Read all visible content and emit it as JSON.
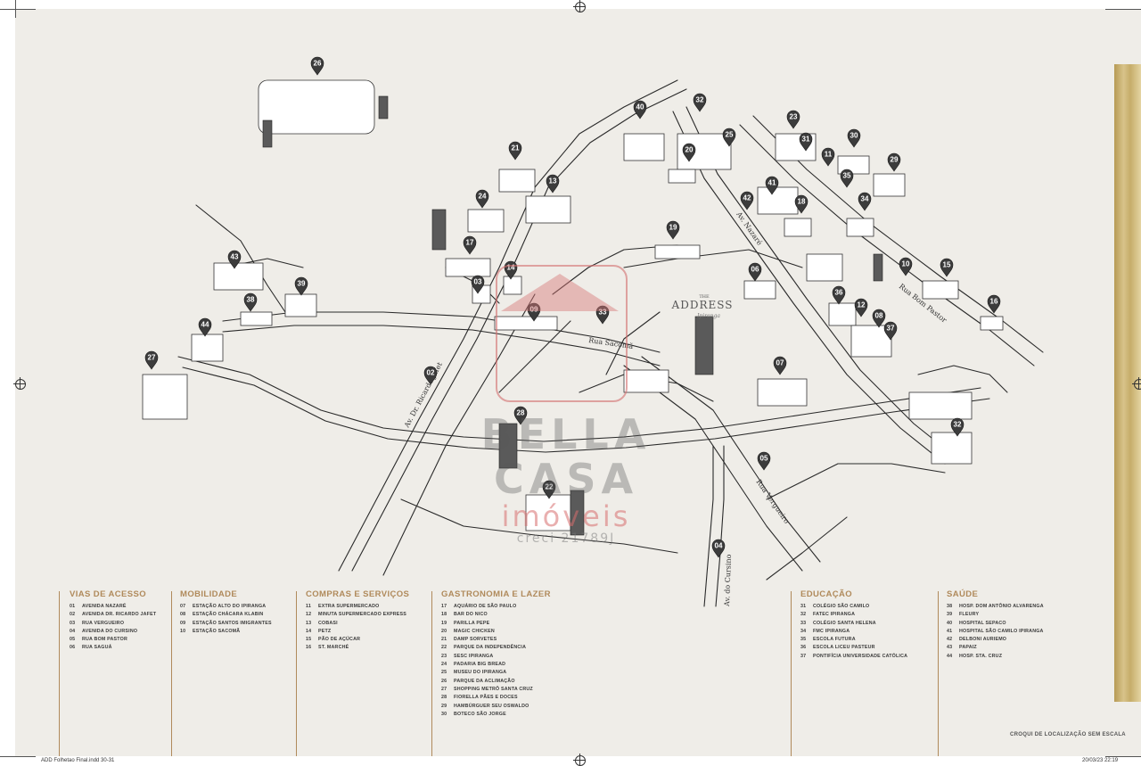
{
  "map": {
    "note": "CROQUI DE LOCALIZAÇÃO SEM ESCALA",
    "footer_left": "ADD Folhetao Final.indd   30-31",
    "footer_right": "20/03/23   22:19",
    "project_logo": {
      "small": "THE",
      "name": "ADDRESS",
      "sub": "Ipiranga"
    },
    "watermark": {
      "name": "BELLA CASA",
      "sub": "imóveis",
      "creci": "creci 21789J"
    },
    "streets": [
      {
        "id": "nazare",
        "label": "Av. Nazaré"
      },
      {
        "id": "bompastor",
        "label": "Rua Bom Pastor"
      },
      {
        "id": "ricardojafet",
        "label": "Av. Dr. Ricardo Jafet"
      },
      {
        "id": "vergueiro",
        "label": "Rua Vergueiro"
      },
      {
        "id": "cursino",
        "label": "Av. do Cursino"
      },
      {
        "id": "sacoma",
        "label": "Rua Sacomã"
      }
    ],
    "pins": [
      "26",
      "40",
      "32",
      "23",
      "25",
      "31",
      "20",
      "30",
      "21",
      "13",
      "11",
      "35",
      "29",
      "24",
      "42",
      "41",
      "18",
      "34",
      "19",
      "17",
      "16",
      "10",
      "15",
      "43",
      "06",
      "39",
      "03",
      "14",
      "36",
      "12",
      "38",
      "08",
      "37",
      "09",
      "33",
      "44",
      "27",
      "02",
      "07",
      "28",
      "32b",
      "05",
      "22",
      "04"
    ]
  },
  "legend": [
    {
      "title": "VIAS DE ACESSO",
      "items": [
        {
          "num": "01",
          "label": "AVENIDA NAZARÉ"
        },
        {
          "num": "02",
          "label": "AVENIDA DR. RICARDO JAFET"
        },
        {
          "num": "03",
          "label": "RUA VERGUEIRO"
        },
        {
          "num": "04",
          "label": "AVENIDA DO CURSINO"
        },
        {
          "num": "05",
          "label": "RUA BOM PASTOR"
        },
        {
          "num": "06",
          "label": "RUA SAGUÁ"
        }
      ]
    },
    {
      "title": "MOBILIDADE",
      "items": [
        {
          "num": "07",
          "label": "ESTAÇÃO ALTO DO IPIRANGA"
        },
        {
          "num": "08",
          "label": "ESTAÇÃO CHÁCARA KLABIN"
        },
        {
          "num": "09",
          "label": "ESTAÇÃO SANTOS IMIGRANTES"
        },
        {
          "num": "10",
          "label": "ESTAÇÃO SACOMÃ"
        }
      ]
    },
    {
      "title": "COMPRAS E SERVIÇOS",
      "items": [
        {
          "num": "11",
          "label": "EXTRA SUPERMERCADO"
        },
        {
          "num": "12",
          "label": "MINUTA SUPERMERCADO EXPRESS"
        },
        {
          "num": "13",
          "label": "COBASI"
        },
        {
          "num": "14",
          "label": "PETZ"
        },
        {
          "num": "15",
          "label": "PÃO DE AÇÚCAR"
        },
        {
          "num": "16",
          "label": "ST. MARCHÉ"
        }
      ]
    },
    {
      "title": "GASTRONOMIA E LAZER",
      "items": [
        {
          "num": "17",
          "label": "AQUÁRIO DE SÃO PAULO"
        },
        {
          "num": "18",
          "label": "BAR DO NICO"
        },
        {
          "num": "19",
          "label": "PARILLA PEPE"
        },
        {
          "num": "20",
          "label": "MAGIC CHICKEN"
        },
        {
          "num": "21",
          "label": "DAMP SORVETES"
        },
        {
          "num": "22",
          "label": "PARQUE DA INDEPENDÊNCIA"
        },
        {
          "num": "23",
          "label": "SESC IPIRANGA"
        },
        {
          "num": "24",
          "label": "PADARIA BIG BREAD"
        },
        {
          "num": "25",
          "label": "MUSEU DO IPIRANGA"
        },
        {
          "num": "26",
          "label": "PARQUE DA ACLIMAÇÃO"
        },
        {
          "num": "27",
          "label": "SHOPPING METRÔ SANTA CRUZ"
        },
        {
          "num": "28",
          "label": "FIORELLA PÃES E DOCES"
        },
        {
          "num": "29",
          "label": "HAMBÚRGUER SEU OSWALDO"
        },
        {
          "num": "30",
          "label": "BOTECO SÃO JORGE"
        }
      ]
    },
    {
      "title": "EDUCAÇÃO",
      "items": [
        {
          "num": "31",
          "label": "COLÉGIO SÃO CAMILO"
        },
        {
          "num": "32",
          "label": "FATEC IPIRANGA"
        },
        {
          "num": "33",
          "label": "COLÉGIO SANTA HELENA"
        },
        {
          "num": "34",
          "label": "FMC IPIRANGA"
        },
        {
          "num": "35",
          "label": "ESCOLA FUTURA"
        },
        {
          "num": "36",
          "label": "ESCOLA LICEU PASTEUR"
        },
        {
          "num": "37",
          "label": "PONTIFÍCIA UNIVERSIDADE CATÓLICA"
        }
      ]
    },
    {
      "title": "SAÚDE",
      "items": [
        {
          "num": "38",
          "label": "HOSP. DOM ANTÔNIO ALVARENGA"
        },
        {
          "num": "39",
          "label": "FLEURY"
        },
        {
          "num": "40",
          "label": "HOSPITAL SEPACO"
        },
        {
          "num": "41",
          "label": "HOSPITAL SÃO CAMILO IPIRANGA"
        },
        {
          "num": "42",
          "label": "DELBONI AURIEMO"
        },
        {
          "num": "43",
          "label": "PAPAIZ"
        },
        {
          "num": "44",
          "label": "HOSP. STA. CRUZ"
        }
      ]
    }
  ]
}
